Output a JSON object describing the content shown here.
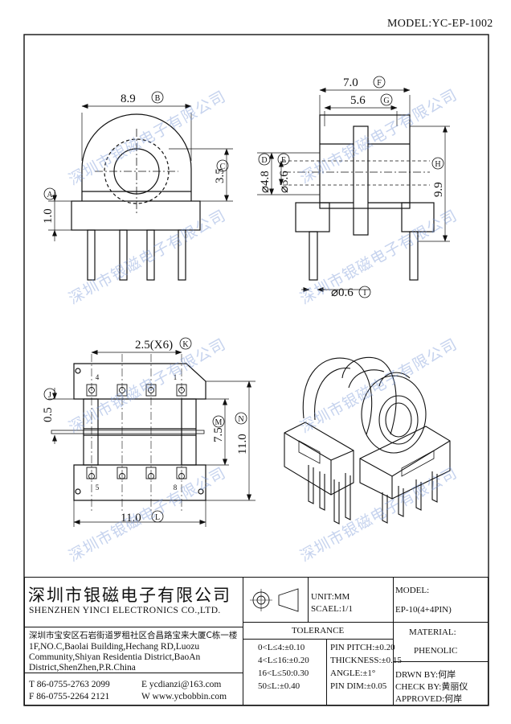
{
  "model": "MODEL:YC-EP-1002",
  "watermark": "深圳市银磁电子有限公司",
  "dims": {
    "front_width": "8.9",
    "front_width_tag": "B",
    "front_pin_height": "1.0",
    "front_pin_tag": "A",
    "front_hole": "3.5",
    "front_hole_tag": "C",
    "side_width": "7.0",
    "side_width_tag": "F",
    "side_inner": "5.6",
    "side_inner_tag": "G",
    "side_d_outer": "⌀4.8",
    "side_d_outer_tag": "D",
    "side_d_inner": "⌀3.6",
    "side_d_inner_tag": "E",
    "side_height": "9.9",
    "side_height_tag": "H",
    "pin_dia": "⌀0.6",
    "pin_dia_tag": "I",
    "pitch": "2.5(X6)",
    "pitch_tag": "K",
    "gap": "0.5",
    "gap_tag": "J",
    "inner_len": "7.5",
    "inner_len_tag": "M",
    "total_len": "11.0",
    "total_len_tag": "N",
    "bottom_width": "11.0",
    "bottom_width_tag": "L",
    "pin_labels": [
      "4",
      "1",
      "5",
      "8"
    ]
  },
  "titleblock": {
    "company_cn": "深圳市银磁电子有限公司",
    "company_en": "SHENZHEN YINCI ELECTRONICS CO.,LTD.",
    "address_cn": "深圳市宝安区石岩街道罗租社区合昌路宝来大厦C栋一楼",
    "address_en": [
      "1F,NO.C,Baolai Building,Hechang RD,Luozu",
      "Community,Shiyan Residentia District,BaoAn",
      "District,ShenZhen,P.R.China"
    ],
    "tel": "T 86-0755-2763 2099",
    "fax": "F 86-0755-2264 2121",
    "email": "E ycdianzi@163.com",
    "web": "W www.ycbobbin.com",
    "unit": "UNIT:MM",
    "scale": "SCAEL:1/1",
    "model_label": "MODEL:",
    "model_value": "EP-10(4+4PIN)",
    "tolerance_title": "TOLERANCE",
    "tolerances": [
      "0<L≤4:±0.10",
      "4<L≤16:±0.20",
      "16<L≤50:0.30",
      "50≤L:±0.40"
    ],
    "specs": [
      "PIN PITCH:±0.20",
      "THICKNESS:±0.15",
      "ANGLE:±1°",
      "PIN DIM:±0.05"
    ],
    "material_label": "MATERIAL:",
    "material_value": "PHENOLIC",
    "drawn": "DRWN BY:何岸",
    "check": "CHECK BY:黄丽仪",
    "approved": "APPROVED:何岸"
  }
}
